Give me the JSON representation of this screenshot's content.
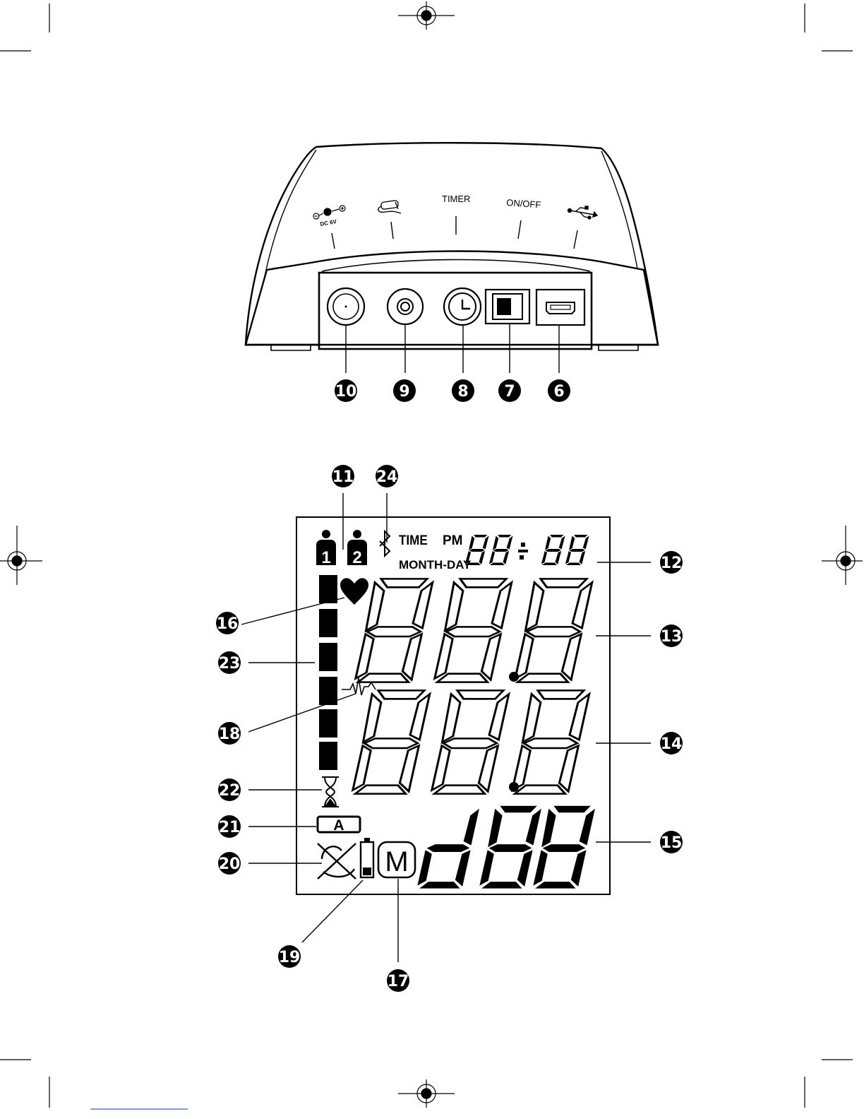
{
  "device": {
    "top_labels": {
      "dc_in": "DC 6V",
      "timer": "TIMER",
      "on_off": "ON/OFF"
    },
    "callouts": [
      "10",
      "9",
      "8",
      "7",
      "6"
    ]
  },
  "lcd": {
    "user_1": "1",
    "user_2": "2",
    "time_label": "TIME",
    "pm_label": "PM",
    "month_day_label": "MONTH-DAY",
    "memory_label": "M",
    "auto_label": "A",
    "callouts": {
      "c11": "11",
      "c24": "24",
      "c12": "12",
      "c16": "16",
      "c13": "13",
      "c23": "23",
      "c18": "18",
      "c14": "14",
      "c22": "22",
      "c21": "21",
      "c15": "15",
      "c20": "20",
      "c19": "19",
      "c17": "17"
    }
  },
  "icons": [
    "dc-jack-icon",
    "cuff-icon",
    "usb-icon",
    "bluetooth-icon",
    "heart-icon",
    "pulse-icon",
    "hourglass-icon",
    "battery-icon",
    "no-motion-icon",
    "user-icon"
  ],
  "colors": {
    "ink": "#000000",
    "paper": "#ffffff",
    "device_fill": "#ffffff"
  }
}
